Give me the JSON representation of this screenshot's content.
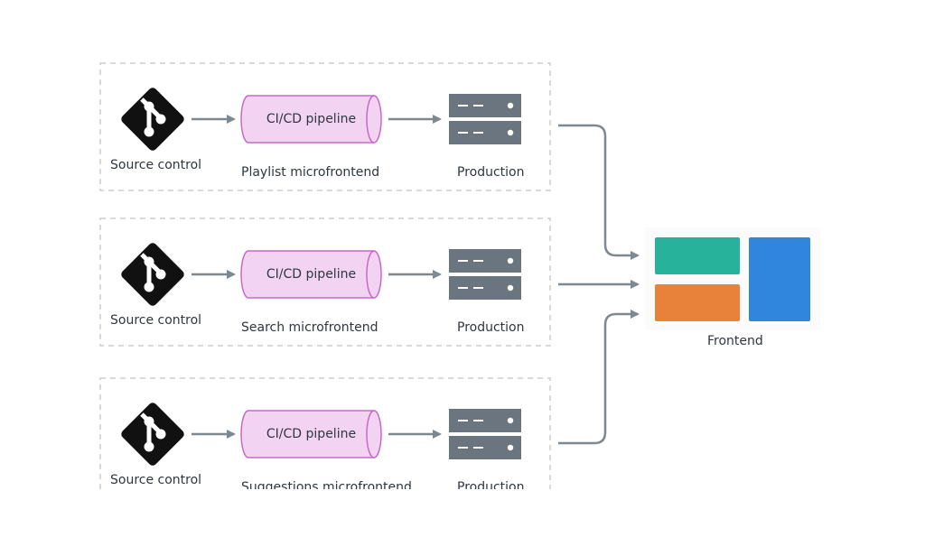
{
  "rows": [
    {
      "source_label": "Source control",
      "pipeline_label": "CI/CD pipeline",
      "microfrontend_label": "Playlist microfrontend",
      "production_label": "Production"
    },
    {
      "source_label": "Source control",
      "pipeline_label": "CI/CD pipeline",
      "microfrontend_label": "Search microfrontend",
      "production_label": "Production"
    },
    {
      "source_label": "Source control",
      "pipeline_label": "CI/CD pipeline",
      "microfrontend_label": "Suggestions microfrontend",
      "production_label": "Production"
    }
  ],
  "frontend": {
    "label": "Frontend",
    "tiles": [
      {
        "name": "teal-tile",
        "color": "#27b39b"
      },
      {
        "name": "orange-tile",
        "color": "#e8813a"
      },
      {
        "name": "blue-tile",
        "color": "#2f86dc"
      }
    ]
  },
  "colors": {
    "arrow": "#7d8891",
    "dashed_border": "#c9cdd1",
    "pipeline_fill": "#f2d3f2",
    "pipeline_stroke": "#c76ac7",
    "server": "#6b7580",
    "git_logo": "#111111"
  },
  "icons": {
    "source": "git-logo-icon",
    "production": "server-icon"
  }
}
